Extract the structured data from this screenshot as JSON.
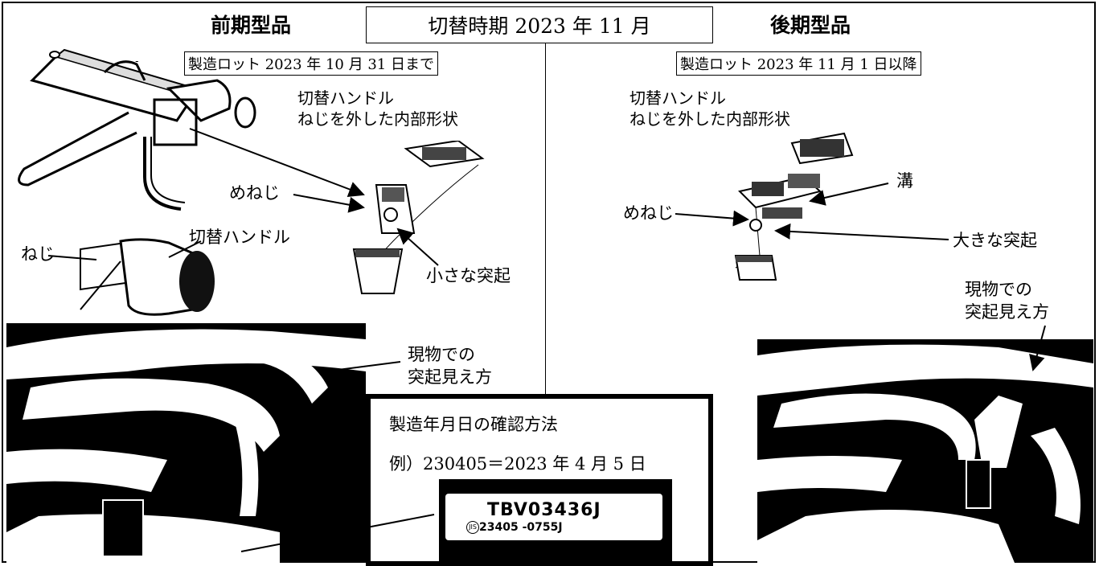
{
  "headings": {
    "before": "前期型品",
    "switch_period": "切替時期 2023 年 11 月",
    "after": "後期型品"
  },
  "before": {
    "lot": "製造ロット 2023 年 10 月 31 日まで",
    "internal_title_1": "切替ハンドル",
    "internal_title_2": "ねじを外した内部形状",
    "female_screw": "めねじ",
    "small_protrusion": "小さな突起",
    "screw": "ねじ",
    "switch_handle": "切替ハンドル",
    "actual_view_1": "現物での",
    "actual_view_2": "突起見え方"
  },
  "after": {
    "lot": "製造ロット 2023 年 11 月 1 日以降",
    "internal_title_1": "切替ハンドル",
    "internal_title_2": "ねじを外した内部形状",
    "groove": "溝",
    "female_screw": "めねじ",
    "large_protrusion": "大きな突起",
    "actual_view_1": "現物での",
    "actual_view_2": "突起見え方"
  },
  "date_check": {
    "title": "製造年月日の確認方法",
    "example": "例）230405＝2023 年 4 月 5 日",
    "label_line1": "TBV03436J",
    "label_line2": "23405 -0755J"
  }
}
